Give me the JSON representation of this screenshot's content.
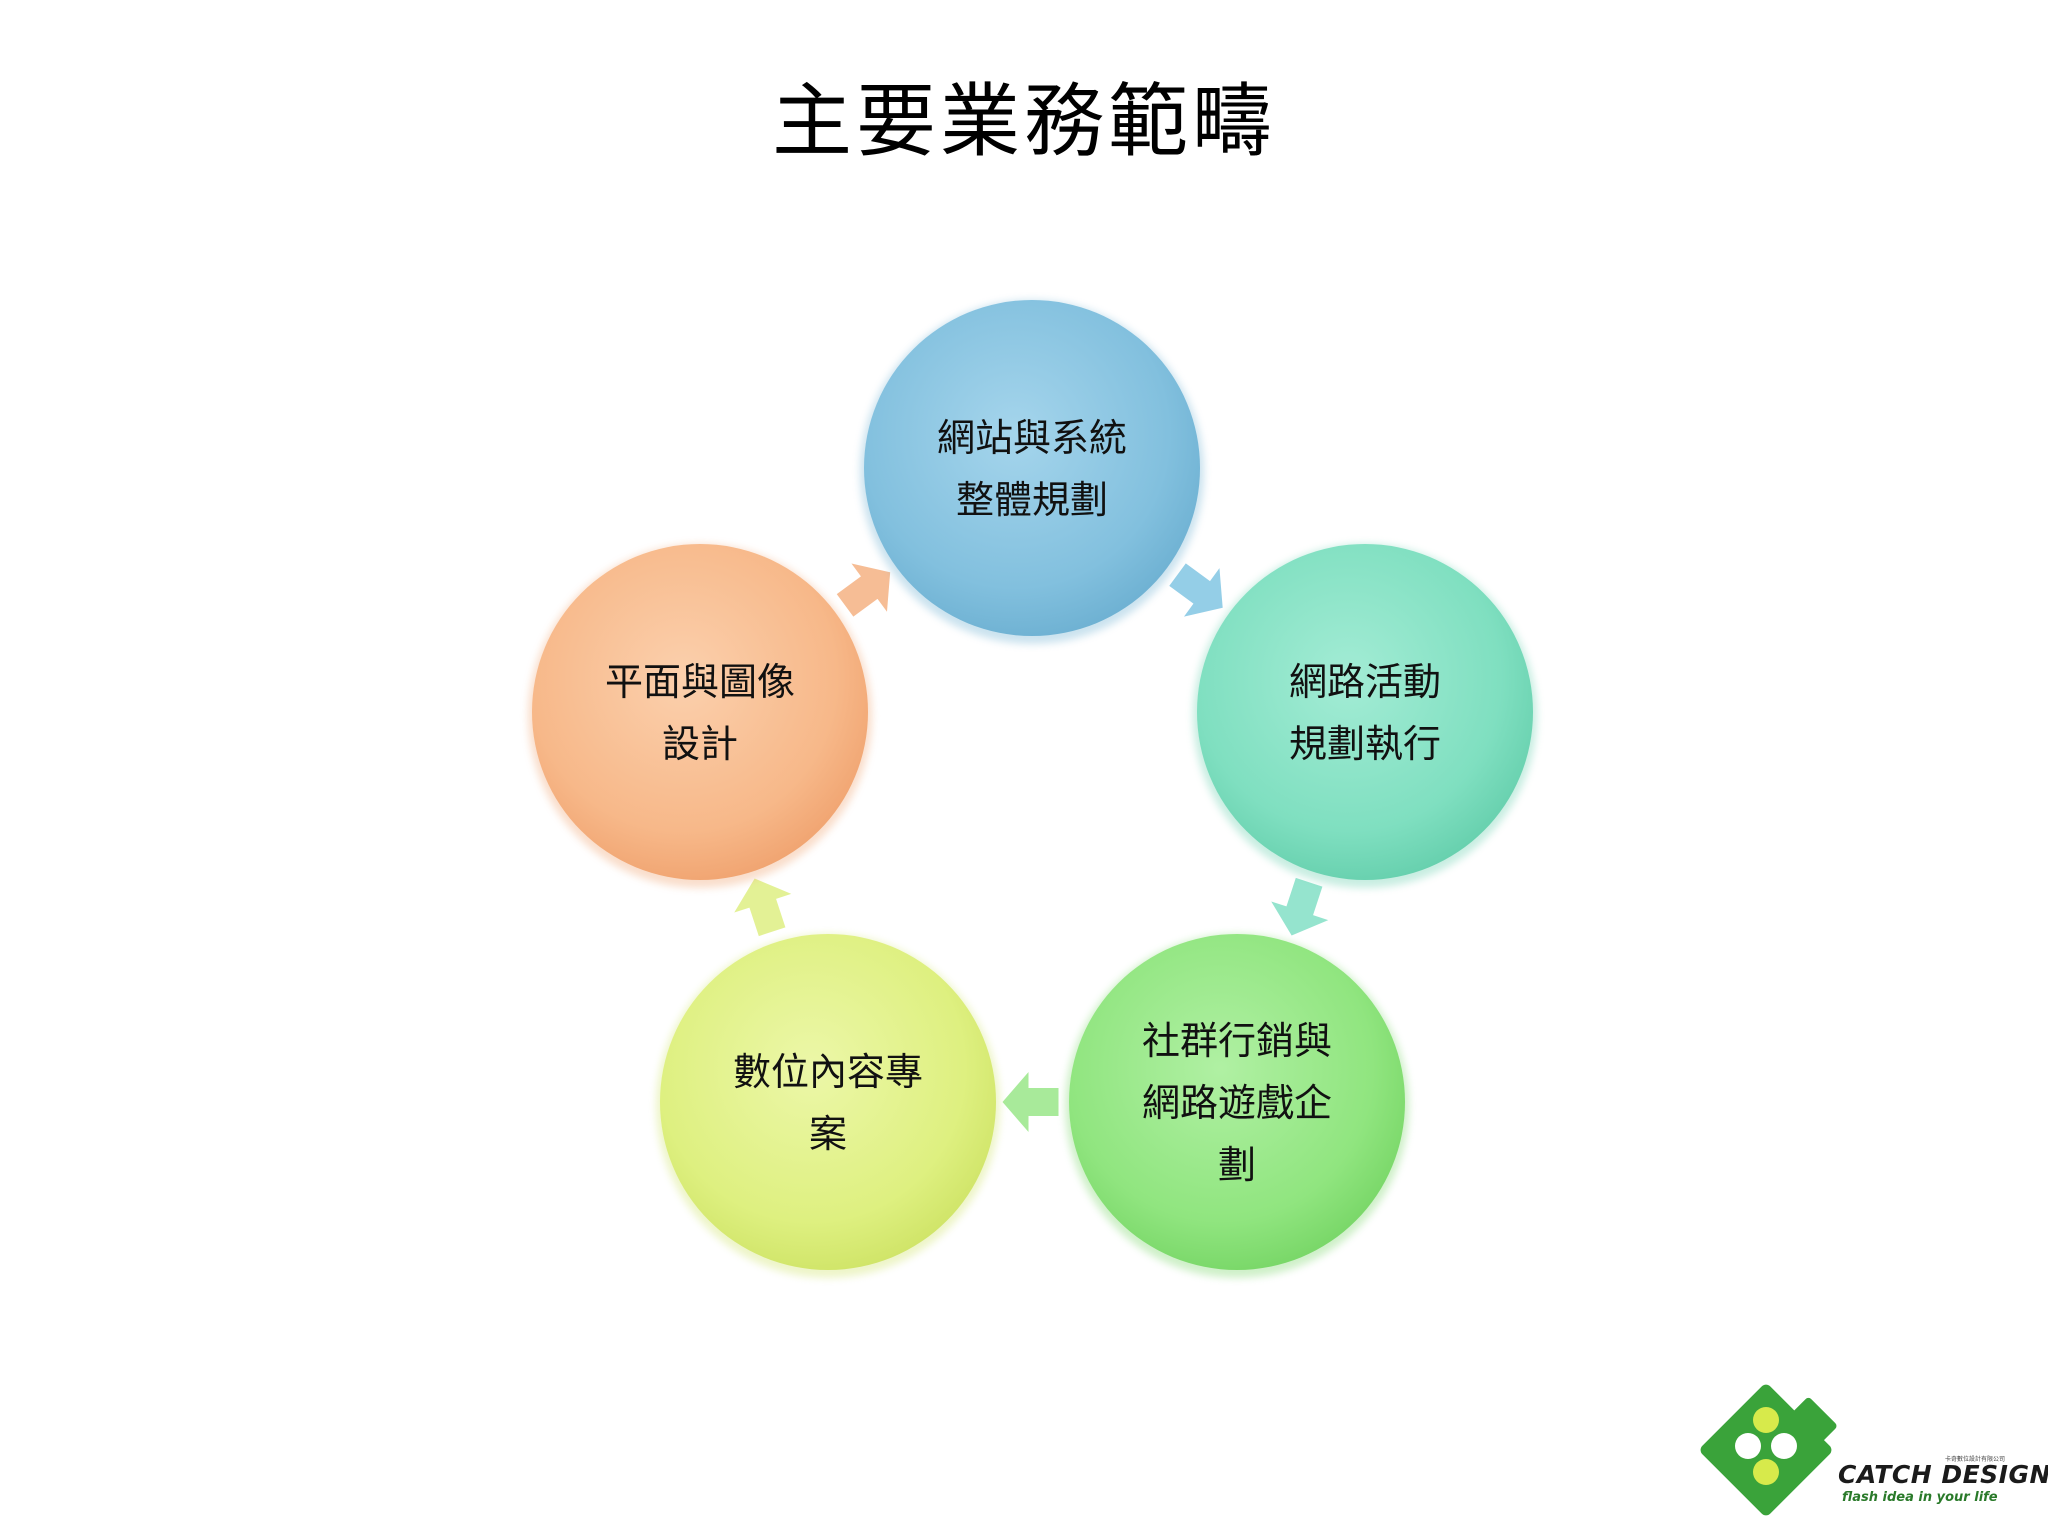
{
  "title": "主要業務範疇",
  "nodes": [
    {
      "lines": [
        "網站與系統",
        "整體規劃"
      ],
      "color": "#82c0de",
      "color_light": "#a5d5ec",
      "color_dark": "#6aaed0"
    },
    {
      "lines": [
        "網路活動",
        "規劃執行"
      ],
      "color": "#7fdfc0",
      "color_light": "#a3ecd5",
      "color_dark": "#62cdaa"
    },
    {
      "lines": [
        "社群行銷與",
        "網路遊戲企",
        "劃"
      ],
      "color": "#90e57f",
      "color_light": "#b0f0a3",
      "color_dark": "#74d463"
    },
    {
      "lines": [
        "數位內容專",
        "案"
      ],
      "color": "#def080",
      "color_light": "#ecf7a8",
      "color_dark": "#cde263"
    },
    {
      "lines": [
        "平面與圖像",
        "設計"
      ],
      "color": "#f7b889",
      "color_light": "#fbd0ad",
      "color_dark": "#efa06c"
    }
  ],
  "arrows": [
    {
      "from": 0,
      "to": 1,
      "color": "#8ecbe6"
    },
    {
      "from": 1,
      "to": 2,
      "color": "#8fe3cb"
    },
    {
      "from": 2,
      "to": 3,
      "color": "#a3e995"
    },
    {
      "from": 3,
      "to": 4,
      "color": "#e2f08f"
    },
    {
      "from": 4,
      "to": 0,
      "color": "#f5b98f"
    }
  ],
  "logo": {
    "name": "CATCH DESIGN",
    "tagline": "flash idea in your life",
    "small_text": "卡奇數位設計有限公司",
    "color": "#3aa33a"
  }
}
